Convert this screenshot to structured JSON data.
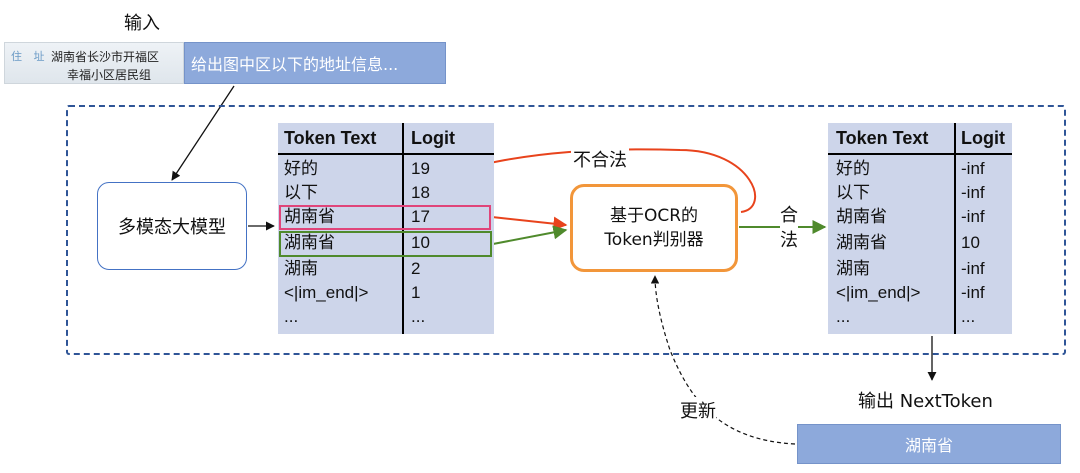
{
  "input": {
    "title": "输入",
    "id_card": {
      "label": "住 址",
      "line1": "湖南省长沙市开福区",
      "line2": "幸福小区居民组"
    },
    "prompt": "给出图中区以下的地址信息..."
  },
  "model": {
    "label": "多模态大模型"
  },
  "logit_table": {
    "headers": [
      "Token Text",
      "Logit"
    ],
    "rows": [
      {
        "text": "好的",
        "logit": "19"
      },
      {
        "text": "以下",
        "logit": "18"
      },
      {
        "text": "胡南省",
        "logit": "17"
      },
      {
        "text": "湖南省",
        "logit": "10"
      },
      {
        "text": "湖南",
        "logit": "2"
      },
      {
        "text": "<|im_end|>",
        "logit": "1"
      },
      {
        "text": "...",
        "logit": "..."
      }
    ]
  },
  "judge": {
    "line1": "基于OCR的",
    "line2": "Token判别器"
  },
  "labels": {
    "illegal": "不合法",
    "legal_1": "合",
    "legal_2": "法",
    "update": "更新"
  },
  "masked_table": {
    "headers": [
      "Token Text",
      "Logit"
    ],
    "rows": [
      {
        "text": "好的",
        "logit": "-inf"
      },
      {
        "text": "以下",
        "logit": "-inf"
      },
      {
        "text": "胡南省",
        "logit": "-inf"
      },
      {
        "text": "湖南省",
        "logit": "10"
      },
      {
        "text": "湖南",
        "logit": "-inf"
      },
      {
        "text": "<|im_end|>",
        "logit": "-inf"
      },
      {
        "text": "...",
        "logit": "..."
      }
    ]
  },
  "output": {
    "title": "输出 NextToken",
    "token": "湖南省"
  },
  "colors": {
    "frame": "#2f5597",
    "table_bg": "#cdd5ea",
    "input_box": "#8da9db",
    "illegal": "#e8431c",
    "legal": "#4f8a2c",
    "highlight_red": "#e0457a",
    "judge_border": "#f2963a"
  }
}
